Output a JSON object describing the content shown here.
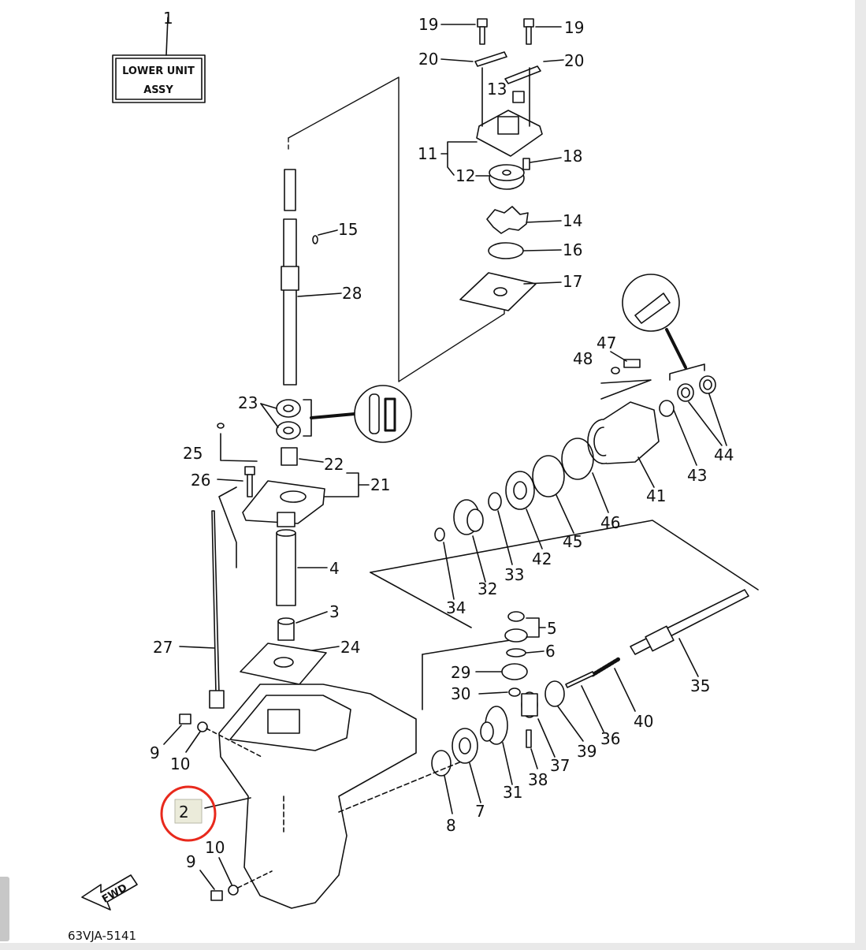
{
  "diagram": {
    "assembly_label_line1": "LOWER UNIT",
    "assembly_label_line2": "ASSY",
    "assembly_ref": "1",
    "figure_code": "63VJA-5141",
    "fwd_label": "FWD",
    "highlighted_part": "2",
    "highlight_color": "#e8291c",
    "callouts": {
      "p19a": "19",
      "p19b": "19",
      "p20a": "20",
      "p20b": "20",
      "p13": "13",
      "p11": "11",
      "p18": "18",
      "p12": "12",
      "p14": "14",
      "p16": "16",
      "p17": "17",
      "p15": "15",
      "p28": "28",
      "p47": "47",
      "p48": "48",
      "p44": "44",
      "p43": "43",
      "p41": "41",
      "p23": "23",
      "p25": "25",
      "p22": "22",
      "p21": "21",
      "p26": "26",
      "p46": "46",
      "p45": "45",
      "p42": "42",
      "p33": "33",
      "p32": "32",
      "p34": "34",
      "p4": "4",
      "p3": "3",
      "p27": "27",
      "p24": "24",
      "p5": "5",
      "p6": "6",
      "p29": "29",
      "p30": "30",
      "p35": "35",
      "p40": "40",
      "p36": "36",
      "p39": "39",
      "p37": "37",
      "p38": "38",
      "p31": "31",
      "p7": "7",
      "p8": "8",
      "p9a": "9",
      "p10a": "10",
      "p9b": "9",
      "p10b": "10"
    }
  }
}
